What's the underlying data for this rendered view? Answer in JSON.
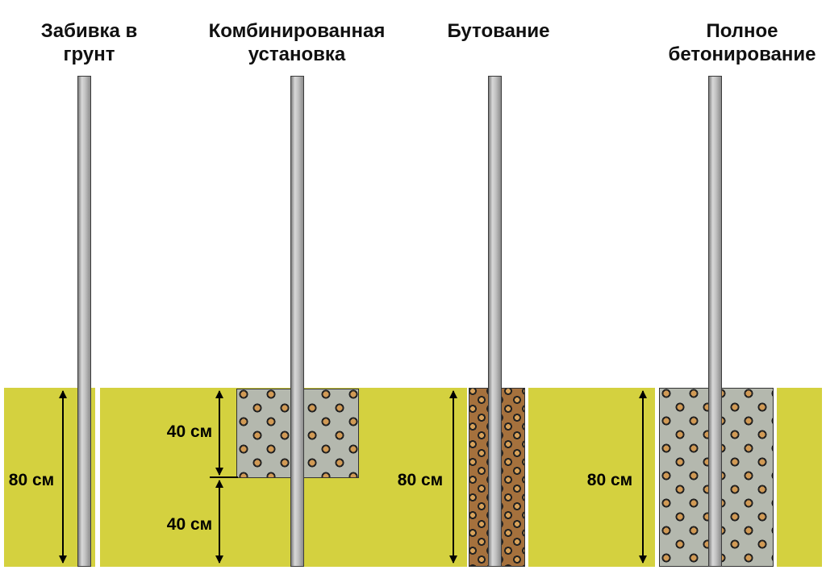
{
  "methods": [
    {
      "line1": "Забивка в",
      "line2": "грунт"
    },
    {
      "line1": "Комбинированная",
      "line2": "установка"
    },
    {
      "line1": "Бутование",
      "line2": ""
    },
    {
      "line1": "Полное",
      "line2": "бетонирование"
    }
  ],
  "dimensions": {
    "method1_depth": "80 см",
    "method2_top": "40 см",
    "method2_bottom": "40 см",
    "method3_depth": "80 см",
    "method4_depth": "80 см"
  },
  "colors": {
    "ground": "#d4d13f",
    "concrete": "#b4b8ae",
    "rubble": "#a5713d",
    "post": "#b8b8b8"
  }
}
